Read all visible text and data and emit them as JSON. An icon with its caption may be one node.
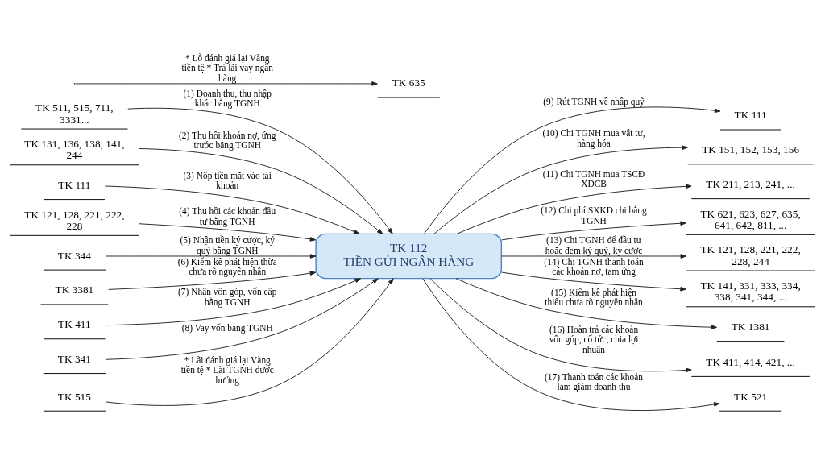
{
  "diagram": {
    "nodes": [
      {
        "text": [
          "TK 511, 515, 711, 3331..."
        ]
      },
      {
        "text": [
          "TK 131, 136, 138, 141, 244"
        ]
      },
      {
        "text": [
          "TK 111"
        ]
      },
      {
        "text": [
          "TK 121, 128, 221, 222, 228"
        ]
      },
      {
        "text": [
          "TK 344"
        ]
      },
      {
        "text": [
          "TK 3381"
        ]
      },
      {
        "text": [
          "TK 411"
        ]
      },
      {
        "text": [
          "TK 341"
        ]
      },
      {
        "text": [
          "TK 515"
        ]
      },
      {
        "text": [
          "TK 112",
          "TIỀN GỬI NGÂN HÀNG"
        ]
      },
      {
        "text": [
          "TK 111"
        ]
      },
      {
        "text": [
          "TK 151, 152, 153, 156"
        ]
      },
      {
        "text": [
          "TK 211, 213, 241, ..."
        ]
      },
      {
        "text": [
          "TK 621, 623, 627, 635, 641, 642, 811, ..."
        ]
      },
      {
        "text": [
          "TK 121, 128, 221, 222, 228, 244"
        ]
      },
      {
        "text": [
          "TK 141, 331, 333, 334, 338, 341, 344, ..."
        ]
      },
      {
        "text": [
          "TK 1381"
        ]
      },
      {
        "text": [
          "TK 411, 414, 421, ..."
        ]
      },
      {
        "text": [
          "TK 521"
        ]
      },
      {
        "text": [
          "TK 635"
        ]
      }
    ],
    "edges": [
      {
        "from": 0,
        "to": 9,
        "arrow": "to",
        "label": "(1) Doanh thu, thu nhập khác bằng TGNH"
      },
      {
        "from": 1,
        "to": 9,
        "arrow": "to",
        "label": "(2) Thu hồi khoản nợ, ứng trước bằng TGNH"
      },
      {
        "from": 2,
        "to": 9,
        "arrow": "to",
        "label": "(3) Nộp tiền mặt vào tài khoản"
      },
      {
        "from": 3,
        "to": 9,
        "arrow": "to",
        "label": "(4) Thu hồi các khoản đầu tư bằng TGNH"
      },
      {
        "from": 4,
        "to": 9,
        "arrow": "to",
        "label": "(5) Nhận tiền ký cược, ký quỹ bằng TGNH"
      },
      {
        "from": 5,
        "to": 9,
        "arrow": "to",
        "label": "(6) Kiểm kê phát hiện thừa chưa rõ nguyên nhân"
      },
      {
        "from": 6,
        "to": 9,
        "arrow": "to",
        "label": "(7) Nhận vốn góp, vốn cấp bằng TGNH"
      },
      {
        "from": 7,
        "to": 9,
        "arrow": "to",
        "label": "(8) Vay vốn bằng TGNH"
      },
      {
        "from": 8,
        "to": 9,
        "arrow": "to",
        "label": "* Lãi đánh giá lại Vàng tiền tệ * Lãi TGNH được hưởng"
      },
      {
        "from": 9,
        "to": 10,
        "arrow": "to",
        "label": "(9) Rút TGNH về nhập quỹ"
      },
      {
        "from": 9,
        "to": 11,
        "arrow": "to",
        "label": "(10) Chi TGNH mua vật tư, hàng hóa"
      },
      {
        "from": 9,
        "to": 12,
        "arrow": "to",
        "label": "(11) Chi TGNH mua TSCĐ XDCB"
      },
      {
        "from": 9,
        "to": 13,
        "arrow": "to",
        "label": "(12) Chi phí SXKD chi bằng TGNH"
      },
      {
        "from": 9,
        "to": 14,
        "arrow": "to",
        "label": "(13) Chi TGNH để đầu tư hoặc đem ký quỹ, ký cược"
      },
      {
        "from": 9,
        "to": 15,
        "arrow": "to",
        "label": "(14) Chi TGNH thanh toán các khoản nợ, tạm ứng"
      },
      {
        "from": 9,
        "to": 16,
        "arrow": "to",
        "label": "(15) Kiểm kê phát hiện thiếu chưa rõ nguyên nhân"
      },
      {
        "from": 9,
        "to": 17,
        "arrow": "to",
        "label": "(16) Hoàn trả các khoản vốn góp, cổ tức, chia lợi nhuận"
      },
      {
        "from": 9,
        "to": 18,
        "arrow": "to",
        "label": "(17) Thanh toán các khoản làm giảm doanh thu"
      },
      {
        "from": null,
        "to": 19,
        "arrow": "to",
        "label": "* Lỗ đánh giá lại Vàng tiền tệ * Trả lãi vay ngân hàng"
      }
    ]
  }
}
